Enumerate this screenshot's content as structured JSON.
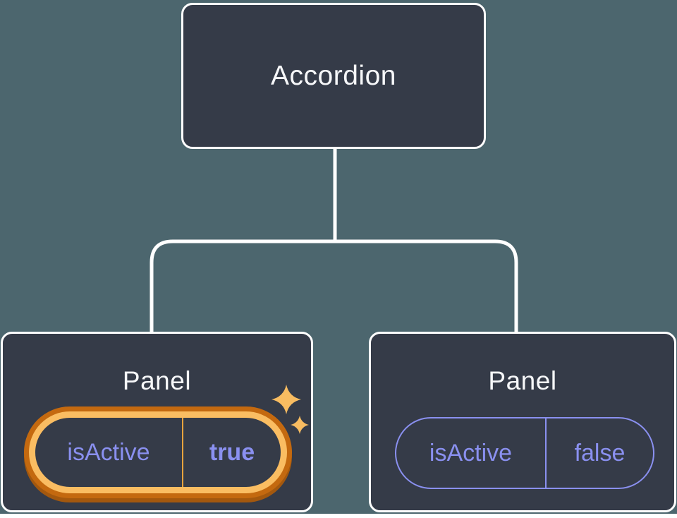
{
  "tree": {
    "root_label": "Accordion",
    "left_panel": {
      "title": "Panel",
      "state_key": "isActive",
      "state_value": "true",
      "highlighted": true
    },
    "right_panel": {
      "title": "Panel",
      "state_key": "isActive",
      "state_value": "false",
      "highlighted": false
    }
  },
  "icons": {
    "sparkle": "four-point-star"
  },
  "colors": {
    "background": "#4C666E",
    "node_fill": "#353B48",
    "node_border": "#FFFFFF",
    "title_text": "#F6F7F9",
    "state_text": "#8A90F0",
    "highlight_ring_outer": "#C4690F",
    "highlight_ring_inner": "#FABD62",
    "highlight_divider": "#E8A33D",
    "sparkle": "#F8BC61",
    "connector": "#FFFFFF",
    "page_edge": "#FFFFFF"
  }
}
